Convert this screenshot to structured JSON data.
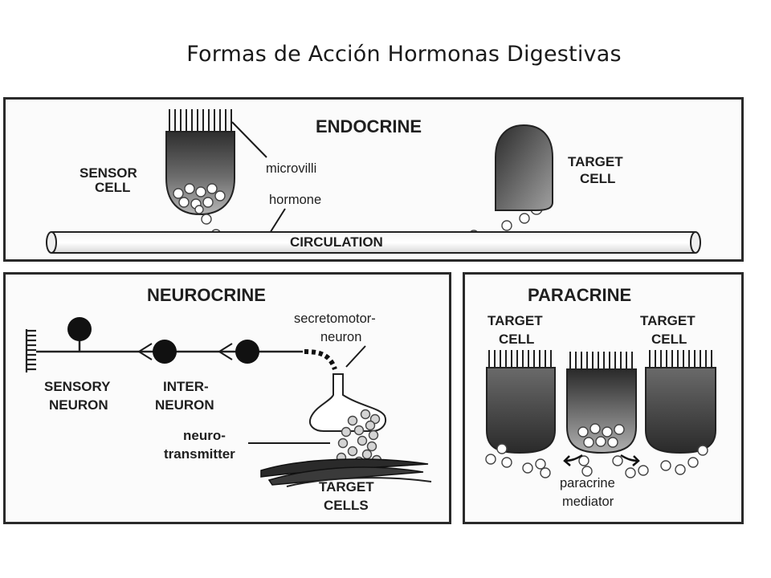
{
  "title": "Formas de Acción Hormonas Digestivas",
  "endocrine": {
    "heading": "ENDOCRINE",
    "sensor_cell": [
      "SENSOR",
      "CELL"
    ],
    "microvilli": "microvilli",
    "hormone": "hormone",
    "circulation": "CIRCULATION",
    "target_cell": [
      "TARGET",
      "CELL"
    ]
  },
  "neurocrine": {
    "heading": "NEUROCRINE",
    "sensory_neuron": [
      "SENSORY",
      "NEURON"
    ],
    "interneuron": [
      "INTER-",
      "NEURON"
    ],
    "secretomotor_neuron": [
      "secretomotor-",
      "neuron"
    ],
    "neurotransmitter": [
      "neuro-",
      "transmitter"
    ],
    "target_cells": [
      "TARGET",
      "CELLS"
    ]
  },
  "paracrine": {
    "heading": "PARACRINE",
    "target_cell_left": [
      "TARGET",
      "CELL"
    ],
    "target_cell_right": [
      "TARGET",
      "CELL"
    ],
    "paracrine_mediator": [
      "paracrine",
      "mediator"
    ]
  }
}
